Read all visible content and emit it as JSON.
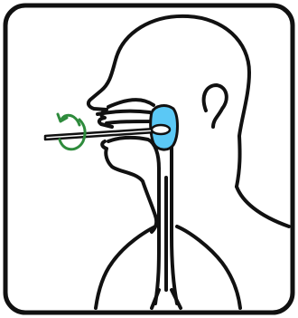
{
  "colors": {
    "outline": "#111111",
    "background": "#ffffff",
    "highlight": "#5bc8f5",
    "rotation_arrow": "#2e8b3c",
    "swab_stick": "#ffffff"
  },
  "icons": {
    "frame": "rounded-frame",
    "figure": "head-and-torso-profile",
    "sample_site": "nasopharynx-highlight",
    "instrument": "nasal-swab",
    "motion": "rotation-arrow-icon"
  }
}
